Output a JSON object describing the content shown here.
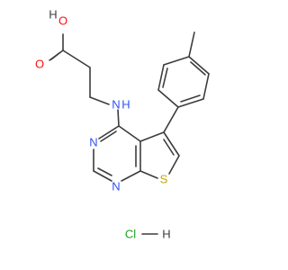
{
  "molecule": {
    "atoms": {
      "carboxyl_o_h": "O",
      "carboxyl_h": "H",
      "carbonyl_o": "O",
      "amine_n": "N",
      "amine_h": "H",
      "pyrimidine_n3": "N",
      "pyrimidine_n1": "N",
      "thiophene_s": "S"
    },
    "salt": {
      "cl": "Cl",
      "h": "H"
    }
  },
  "colors": {
    "bond": "#3c3c3c",
    "oxygen": "#ff0d0d",
    "nitrogen": "#3050f8",
    "sulfur": "#c6a700",
    "chlorine": "#1fa01f",
    "hydrogen": "#3c3c3c"
  }
}
